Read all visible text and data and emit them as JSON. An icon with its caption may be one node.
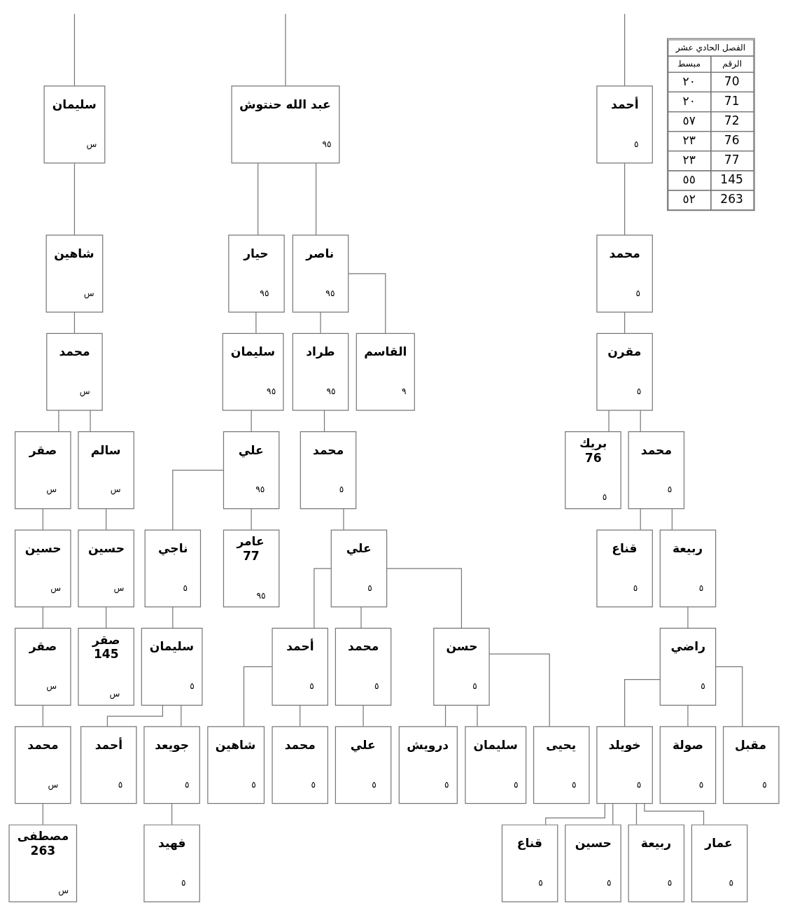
{
  "diagram": {
    "nodes": [
      {
        "text": [
          "سليمان",
          "س"
        ]
      },
      {
        "text": [
          "عبد الله حنتوش",
          "٩٥"
        ]
      },
      {
        "text": [
          "أحمد",
          "٥"
        ]
      },
      {
        "text": [
          "شاهين",
          "س"
        ]
      },
      {
        "text": [
          "حيار",
          "٩٥"
        ]
      },
      {
        "text": [
          "ناصر",
          "٩٥"
        ]
      },
      {
        "text": [
          "محمد",
          "٥"
        ]
      },
      {
        "text": [
          "محمد",
          "س"
        ]
      },
      {
        "text": [
          "سليمان",
          "٩٥"
        ]
      },
      {
        "text": [
          "طراد",
          "٩٥"
        ]
      },
      {
        "text": [
          "القاسم",
          "٩"
        ]
      },
      {
        "text": [
          "مقرن",
          "٥"
        ]
      },
      {
        "text": [
          "صقر",
          "س"
        ]
      },
      {
        "text": [
          "سالم",
          "س"
        ]
      },
      {
        "text": [
          "علي",
          "٩٥"
        ]
      },
      {
        "text": [
          "محمد",
          "٥"
        ]
      },
      {
        "text": [
          "بريك",
          "76",
          "٥"
        ]
      },
      {
        "text": [
          "محمد",
          "٥"
        ]
      },
      {
        "text": [
          "حسين",
          "س"
        ]
      },
      {
        "text": [
          "حسين",
          "س"
        ]
      },
      {
        "text": [
          "ناجي",
          "٥"
        ]
      },
      {
        "text": [
          "عامر",
          "77",
          "٩٥"
        ]
      },
      {
        "text": [
          "علي",
          "٥"
        ]
      },
      {
        "text": [
          "قناع",
          "٥"
        ]
      },
      {
        "text": [
          "ربيعة",
          "٥"
        ]
      },
      {
        "text": [
          "صقر",
          "س"
        ]
      },
      {
        "text": [
          "صقر",
          "145",
          "س"
        ]
      },
      {
        "text": [
          "سليمان",
          "٥"
        ]
      },
      {
        "text": [
          "أحمد",
          "٥"
        ]
      },
      {
        "text": [
          "محمد",
          "٥"
        ]
      },
      {
        "text": [
          "حسن",
          "٥"
        ]
      },
      {
        "text": [
          "راضي",
          "٥"
        ]
      },
      {
        "text": [
          "محمد",
          "س"
        ]
      },
      {
        "text": [
          "أحمد",
          "٥"
        ]
      },
      {
        "text": [
          "جويعد",
          "٥"
        ]
      },
      {
        "text": [
          "شاهين",
          "٥"
        ]
      },
      {
        "text": [
          "محمد",
          "٥"
        ]
      },
      {
        "text": [
          "علي",
          "٥"
        ]
      },
      {
        "text": [
          "درويش",
          "٥"
        ]
      },
      {
        "text": [
          "سليمان",
          "٥"
        ]
      },
      {
        "text": [
          "يحيى",
          "٥"
        ]
      },
      {
        "text": [
          "خويلد",
          "٥"
        ]
      },
      {
        "text": [
          "صولة",
          "٥"
        ]
      },
      {
        "text": [
          "مقبل",
          "٥"
        ]
      },
      {
        "text": [
          "مصطفى",
          "263",
          "س"
        ]
      },
      {
        "text": [
          "فهيد",
          "٥"
        ]
      },
      {
        "text": [
          "قناع",
          "٥"
        ]
      },
      {
        "text": [
          "حسين",
          "٥"
        ]
      },
      {
        "text": [
          "ربيعة",
          "٥"
        ]
      },
      {
        "text": [
          "عمار",
          "٥"
        ]
      }
    ],
    "edges": [
      {
        "from": null,
        "to": 0,
        "arrow": "none"
      },
      {
        "from": null,
        "to": 1,
        "arrow": "none"
      },
      {
        "from": null,
        "to": 2,
        "arrow": "none"
      },
      {
        "from": 0,
        "to": 3,
        "arrow": "none"
      },
      {
        "from": 3,
        "to": 7,
        "arrow": "none"
      },
      {
        "from": 7,
        "to": 12,
        "arrow": "none"
      },
      {
        "from": 7,
        "to": 13,
        "arrow": "none"
      },
      {
        "from": 12,
        "to": 18,
        "arrow": "none"
      },
      {
        "from": 13,
        "to": 19,
        "arrow": "none"
      },
      {
        "from": 18,
        "to": 25,
        "arrow": "none"
      },
      {
        "from": 19,
        "to": 26,
        "arrow": "none"
      },
      {
        "from": 25,
        "to": 32,
        "arrow": "none"
      },
      {
        "from": 32,
        "to": 44,
        "arrow": "none"
      },
      {
        "from": 1,
        "to": 4,
        "arrow": "none"
      },
      {
        "from": 1,
        "to": 5,
        "arrow": "none"
      },
      {
        "from": 4,
        "to": 8,
        "arrow": "none"
      },
      {
        "from": 5,
        "to": 9,
        "arrow": "none"
      },
      {
        "from": 5,
        "to": 10,
        "arrow": "none"
      },
      {
        "from": 8,
        "to": 14,
        "arrow": "none"
      },
      {
        "from": 14,
        "to": 20,
        "arrow": "none"
      },
      {
        "from": 14,
        "to": 21,
        "arrow": "none"
      },
      {
        "from": 9,
        "to": 15,
        "arrow": "none"
      },
      {
        "from": 15,
        "to": 22,
        "arrow": "none"
      },
      {
        "from": 20,
        "to": 27,
        "arrow": "none"
      },
      {
        "from": 22,
        "to": 28,
        "arrow": "none"
      },
      {
        "from": 22,
        "to": 29,
        "arrow": "none"
      },
      {
        "from": 22,
        "to": 30,
        "arrow": "none"
      },
      {
        "from": 27,
        "to": 33,
        "arrow": "none"
      },
      {
        "from": 27,
        "to": 34,
        "arrow": "none"
      },
      {
        "from": 34,
        "to": 45,
        "arrow": "none"
      },
      {
        "from": 28,
        "to": 35,
        "arrow": "none"
      },
      {
        "from": 28,
        "to": 36,
        "arrow": "none"
      },
      {
        "from": 29,
        "to": 37,
        "arrow": "none"
      },
      {
        "from": 30,
        "to": 38,
        "arrow": "none"
      },
      {
        "from": 30,
        "to": 39,
        "arrow": "none"
      },
      {
        "from": 30,
        "to": 40,
        "arrow": "none"
      },
      {
        "from": 2,
        "to": 6,
        "arrow": "none"
      },
      {
        "from": 6,
        "to": 11,
        "arrow": "none"
      },
      {
        "from": 11,
        "to": 16,
        "arrow": "none"
      },
      {
        "from": 11,
        "to": 17,
        "arrow": "none"
      },
      {
        "from": 17,
        "to": 23,
        "arrow": "none"
      },
      {
        "from": 17,
        "to": 24,
        "arrow": "none"
      },
      {
        "from": 24,
        "to": 31,
        "arrow": "none"
      },
      {
        "from": 31,
        "to": 41,
        "arrow": "none"
      },
      {
        "from": 31,
        "to": 42,
        "arrow": "none"
      },
      {
        "from": 31,
        "to": 43,
        "arrow": "none"
      },
      {
        "from": 41,
        "to": 46,
        "arrow": "none"
      },
      {
        "from": 41,
        "to": 47,
        "arrow": "none"
      },
      {
        "from": 41,
        "to": 48,
        "arrow": "none"
      },
      {
        "from": 41,
        "to": 49,
        "arrow": "none"
      }
    ],
    "labels": [
      "الفصل الحادي عشر",
      "الرقم",
      "مبسط",
      "70",
      "٢٠",
      "71",
      "٢٠",
      "72",
      "٥٧",
      "76",
      "٢٣",
      "77",
      "٢٣",
      "145",
      "٥٥",
      "263",
      "٥٢"
    ]
  }
}
